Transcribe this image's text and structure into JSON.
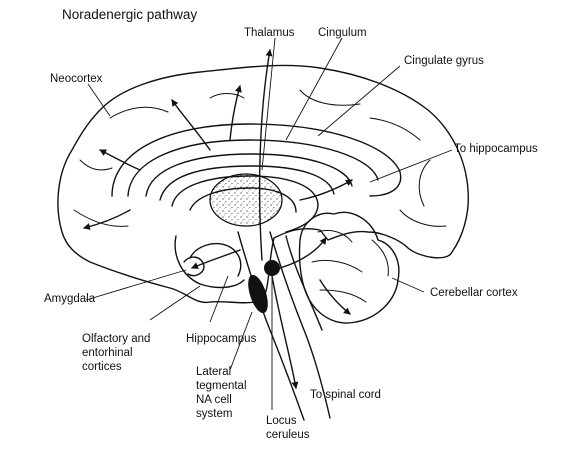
{
  "title": "Noradenergic pathway",
  "labels": {
    "thalamus": "Thalamus",
    "cingulum": "Cingulum",
    "cingulate_gyrus": "Cingulate gyrus",
    "neocortex": "Neocortex",
    "to_hippocampus": "To hippocampus",
    "amygdala": "Amygdala",
    "cerebellar_cortex": "Cerebellar cortex",
    "olfactory": [
      "Olfactory and",
      "entorhinal",
      "cortices"
    ],
    "hippocampus": "Hippocampus",
    "lateral_tegmental": [
      "Lateral",
      "tegmental",
      "NA cell",
      "system"
    ],
    "to_spinal_cord": "To spinal cord",
    "locus_ceruleus": [
      "Locus",
      "ceruleus"
    ]
  }
}
